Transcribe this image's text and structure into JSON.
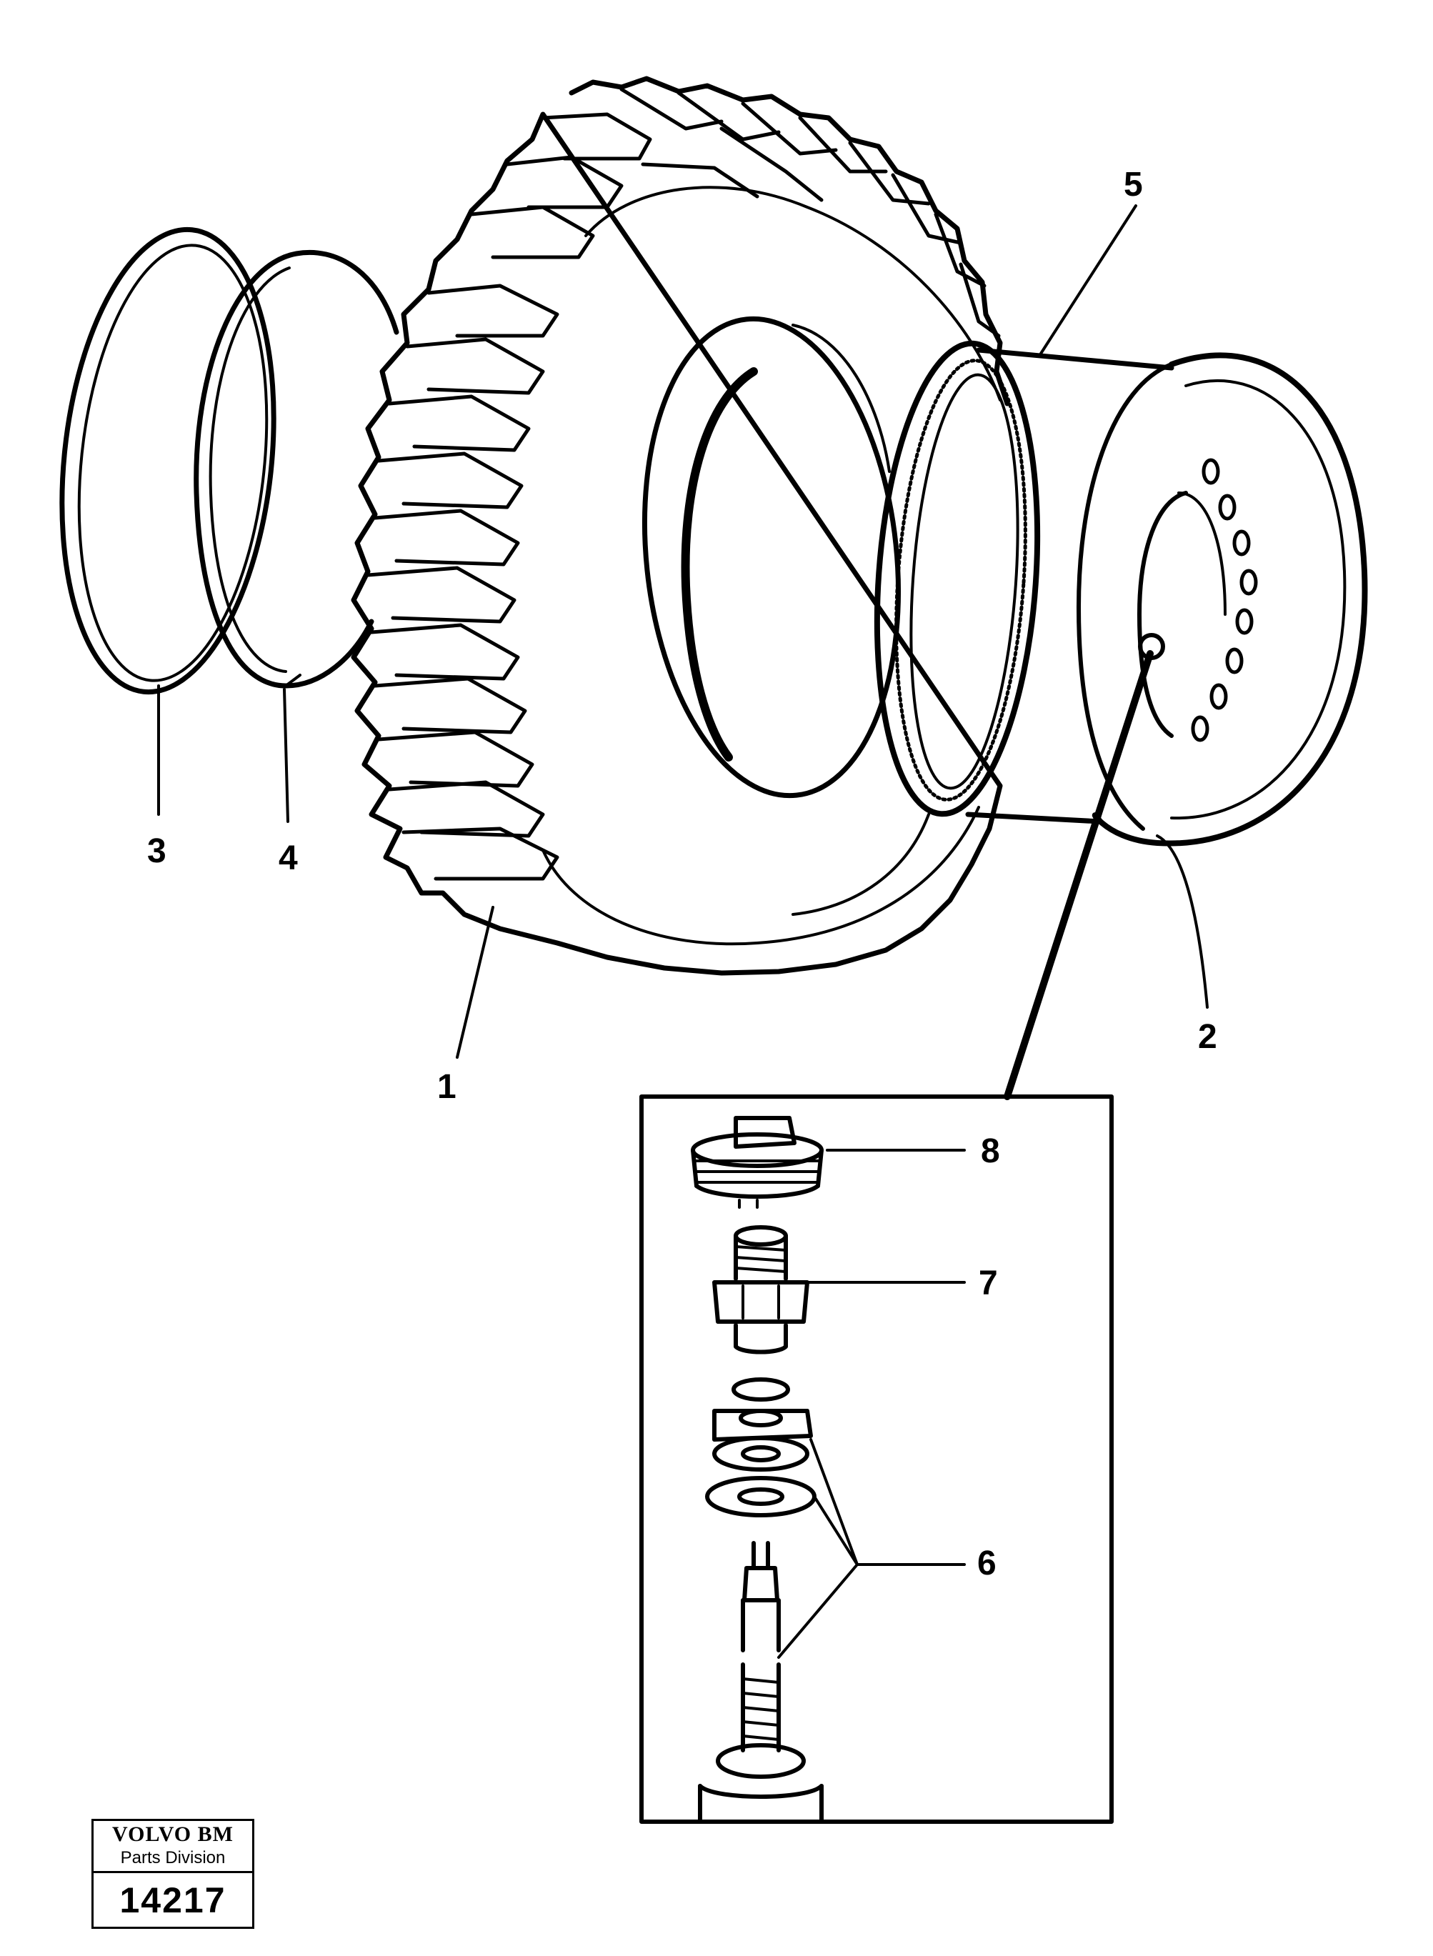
{
  "callouts": {
    "c1": "1",
    "c2": "2",
    "c3": "3",
    "c4": "4",
    "c5": "5",
    "c6": "6",
    "c7": "7",
    "c8": "8"
  },
  "stamp": {
    "brand": "VOLVO BM",
    "division": "Parts Division",
    "number": "14217"
  },
  "colors": {
    "ink": "#000000",
    "paper": "#ffffff"
  }
}
